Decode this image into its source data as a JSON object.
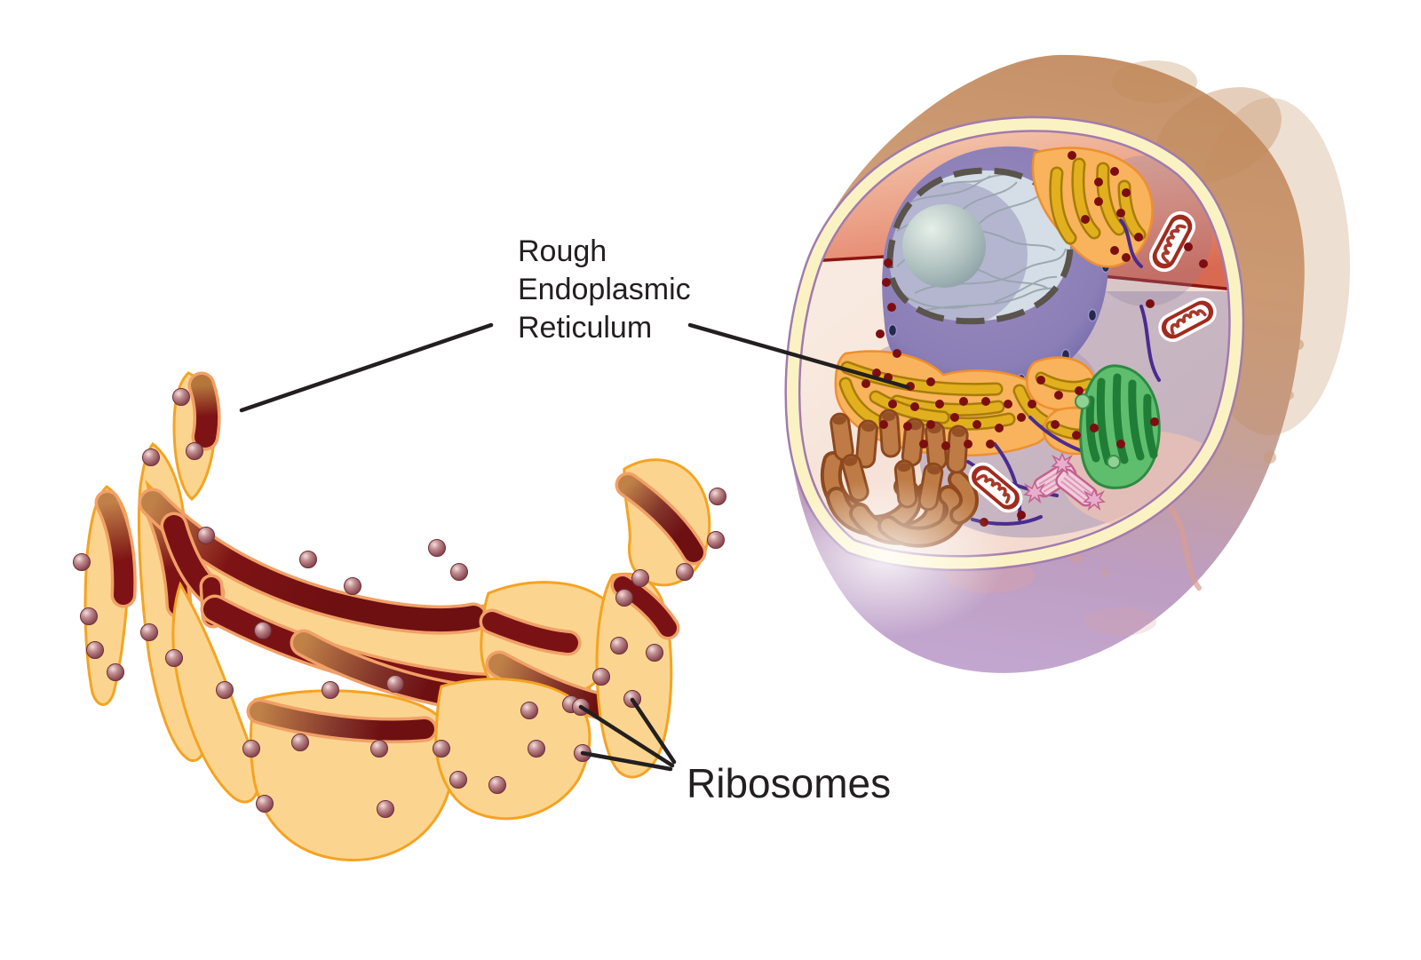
{
  "labels": {
    "rough_er": {
      "line1": "Rough",
      "line2": "Endoplasmic",
      "line3": "Reticulum"
    },
    "ribosomes": "Ribosomes"
  },
  "palette": {
    "background": "#FFFFFF",
    "ink": "#231F20",
    "er_sac_fill": "#FBD58F",
    "er_sac_outline": "#F5A322",
    "er_lumen_dark": "#7A1115",
    "er_lumen_light": "#C08148",
    "er_lumen_rim": "#F1A066",
    "ribosome_dark": "#7C3740",
    "ribosome_light": "#F2E0DE",
    "cell_body_tan": "#C69168",
    "cell_body_purple": "#C4A8D2",
    "membrane_cream": "#FBF2C4",
    "membrane_line": "#A27BAC",
    "cytosol_pink": "#F7E6DC",
    "cut_red": "#DE7A5F",
    "divider_red": "#8C150F",
    "backwall_gray": "#A393B4",
    "nucleus_dark": "#44459A",
    "nucleus_light": "#9A8DC0",
    "nucleoplasm": "#D7E0E8",
    "nuclear_envelope": "#5A544C",
    "nucleolus": "#AEC0BE",
    "cell_er_orange": "#F8B35C",
    "cell_er_ridge_gold": "#E2B01F",
    "ribosome_dot_red": "#7C0E11",
    "tubule_brown": "#BE7B45",
    "mitochondrion_red": "#A02B1E",
    "golgi_green": "#5FBE6E",
    "golgi_dark_green": "#1F7D35",
    "centriole_pink": "#F2CBDC",
    "filament_purple": "#4A2C8F"
  }
}
